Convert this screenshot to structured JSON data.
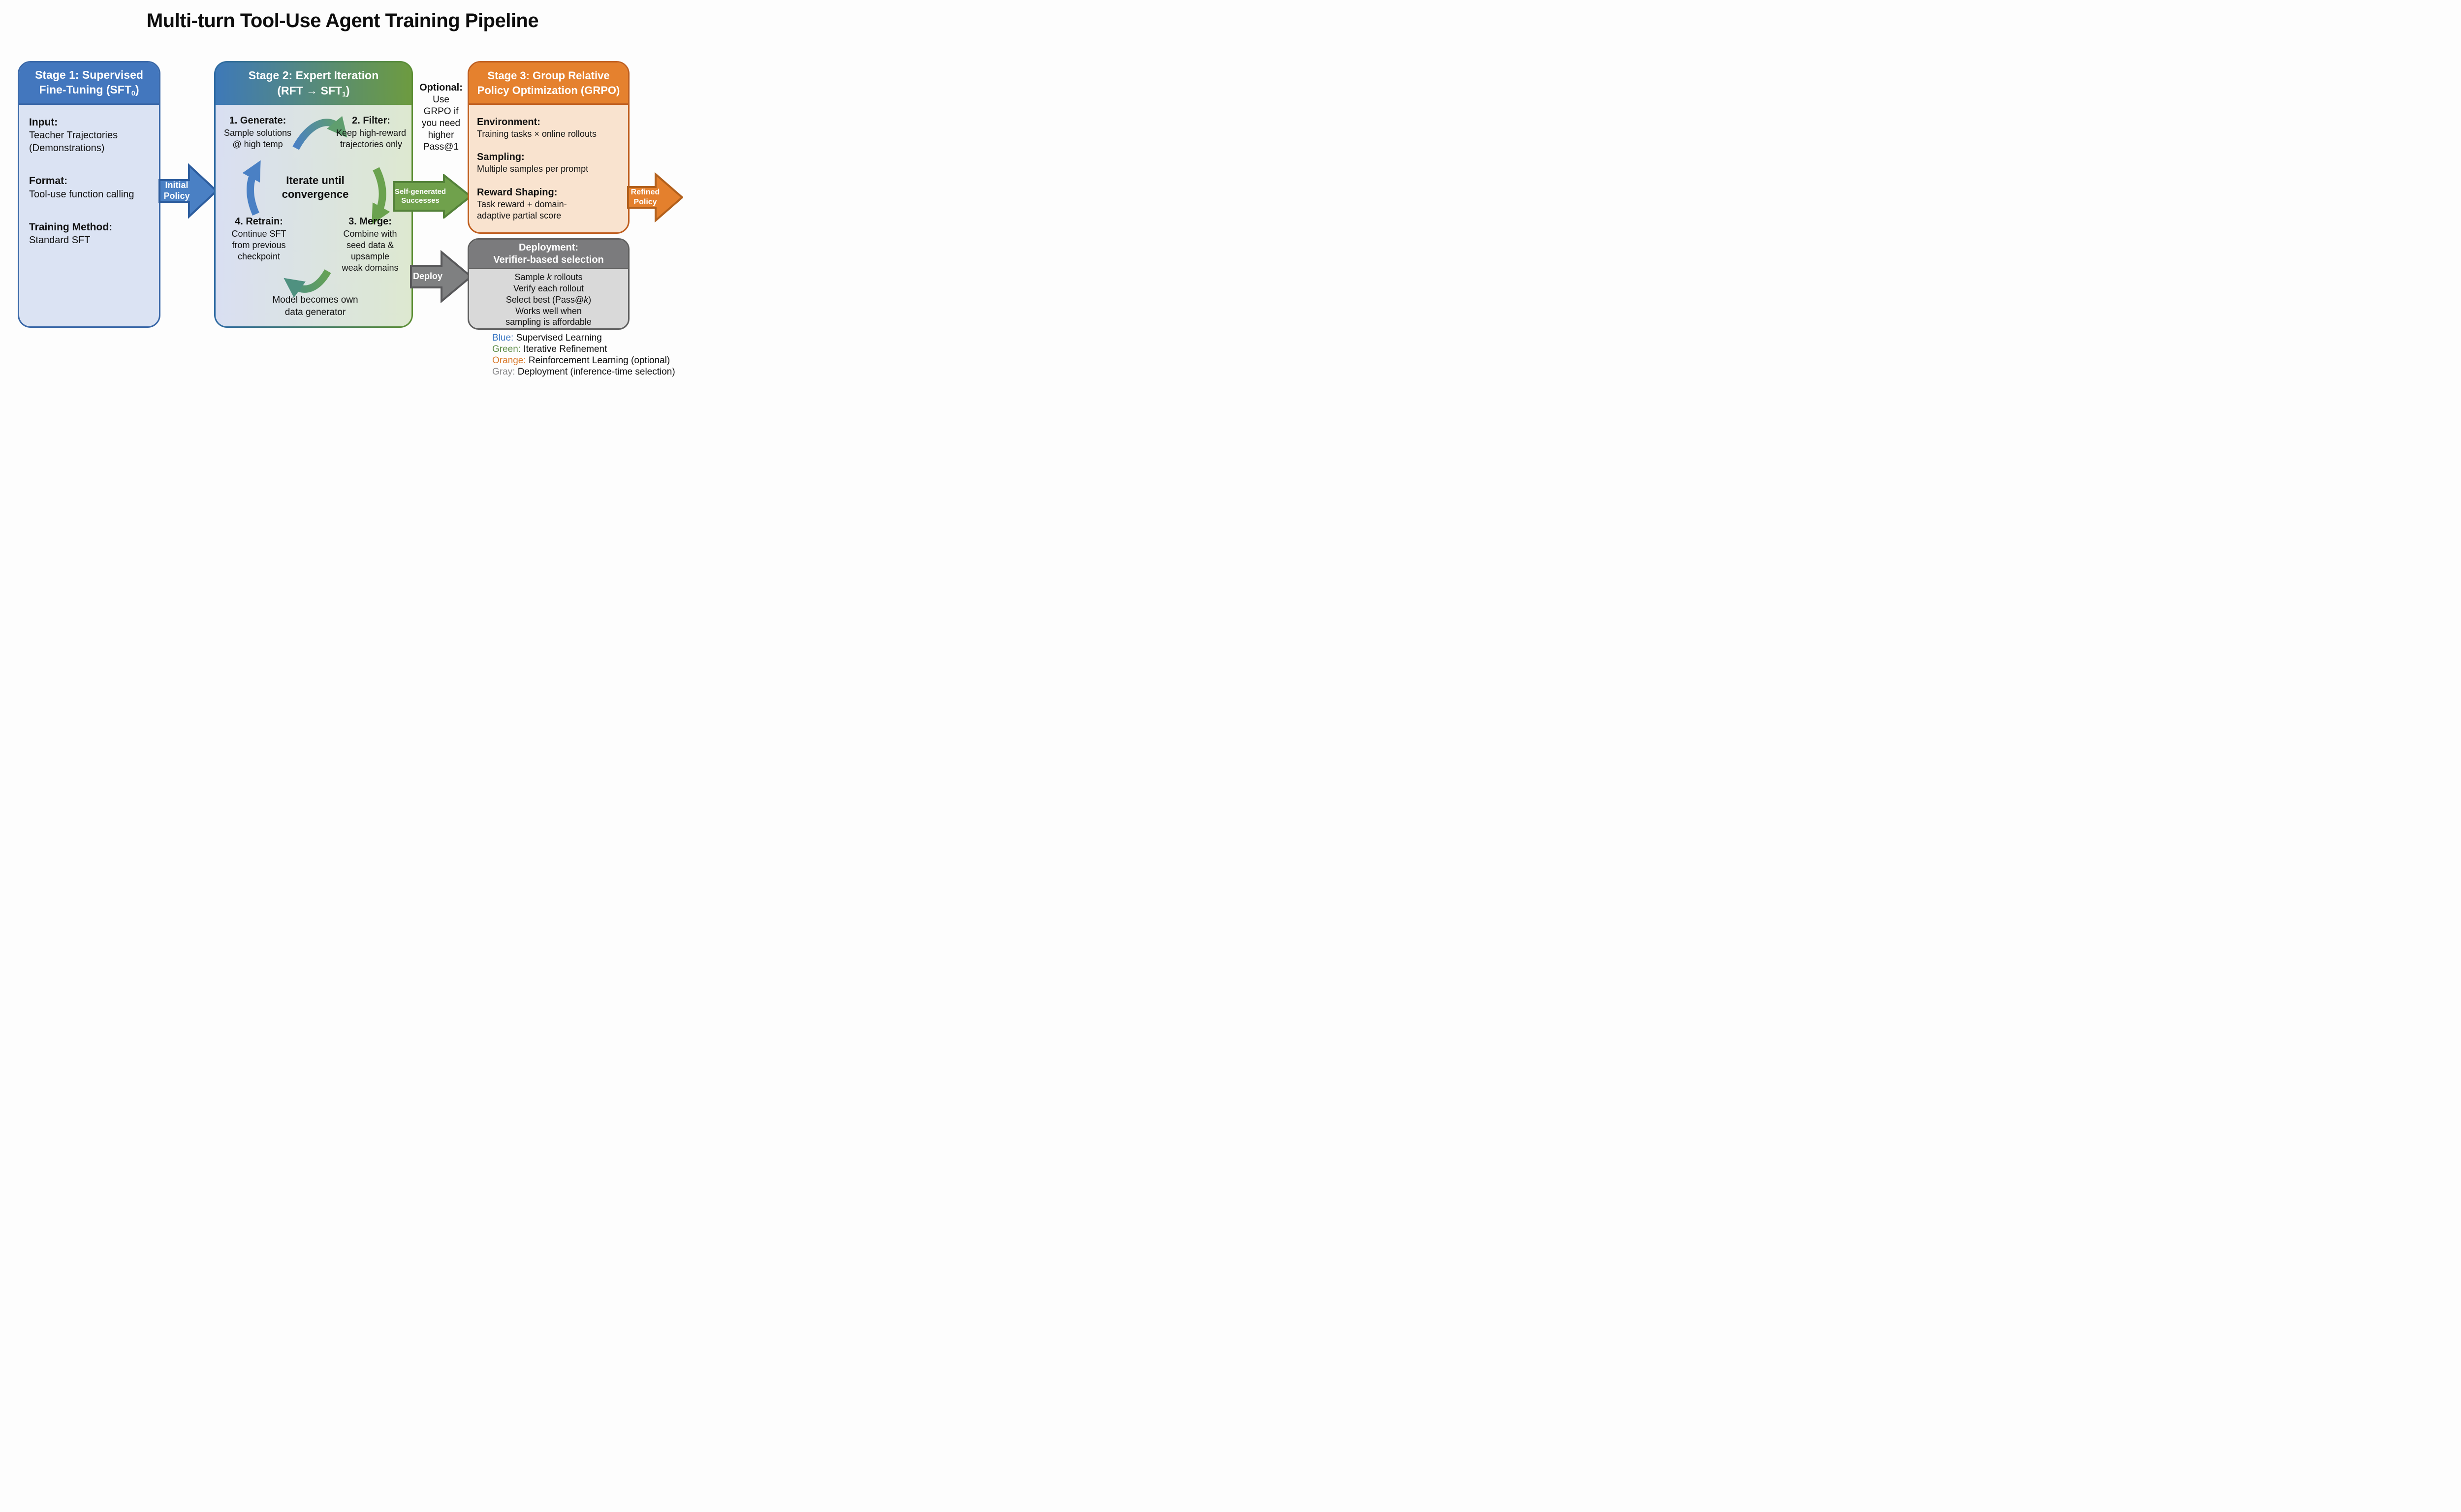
{
  "title": "Multi-turn Tool-Use Agent Training Pipeline",
  "colors": {
    "blue": "#3c78c3",
    "green": "#5c8b45",
    "orange": "#d97b2d",
    "gray": "#8c8c8e",
    "stage1_header": "#4377be",
    "stage2_header_left": "#3e79b8",
    "stage2_header_right": "#6d9b40",
    "stage3_header": "#e5812e",
    "deployment_header": "#7b7b7d"
  },
  "stage1": {
    "header_line1": "Stage 1: Supervised",
    "header_line2_pre": "Fine-Tuning (SFT",
    "header_line2_sub": "0",
    "header_line2_post": ")",
    "input_label": "Input:",
    "input_line1": "Teacher Trajectories",
    "input_line2": "(Demonstrations)",
    "format_label": "Format:",
    "format_line1": "Tool-use function calling",
    "training_label": "Training Method:",
    "training_line1": "Standard SFT"
  },
  "initial_policy_arrow": {
    "line1": "Initial",
    "line2": "Policy"
  },
  "stage2": {
    "header_line1": "Stage 2: Expert Iteration",
    "header_line2_pre": "(RFT → SFT",
    "header_line2_sub": "1",
    "header_line2_post": ")",
    "generate_title": "1. Generate:",
    "generate_line1": "Sample solutions",
    "generate_line2": "@ high temp",
    "filter_title": "2. Filter:",
    "filter_line1": "Keep high-reward",
    "filter_line2": "trajectories only",
    "iterate_line1": "Iterate until",
    "iterate_line2": "convergence",
    "retrain_title": "4. Retrain:",
    "retrain_line1": "Continue SFT",
    "retrain_line2": "from previous",
    "retrain_line3": "checkpoint",
    "merge_title": "3. Merge:",
    "merge_line1": "Combine with",
    "merge_line2": "seed data &",
    "merge_line3": "upsample",
    "merge_line4": "weak domains",
    "note_line1": "Model becomes own",
    "note_line2": "data generator"
  },
  "optional_note": {
    "line1": "Optional:",
    "line2": "Use",
    "line3": "GRPO if",
    "line4": "you need",
    "line5": "higher",
    "line6": "Pass@1"
  },
  "self_generated_arrow": {
    "line1": "Self-generated",
    "line2": "Successes"
  },
  "stage3": {
    "header_line1": "Stage 3: Group Relative",
    "header_line2": "Policy Optimization (GRPO)",
    "environment_label": "Environment:",
    "environment_line1": "Training tasks × online rollouts",
    "sampling_label": "Sampling:",
    "sampling_line1": "Multiple samples per prompt",
    "reward_label": "Reward Shaping:",
    "reward_line1": "Task reward + domain-",
    "reward_line2": "adaptive partial score"
  },
  "refined_policy_arrow": {
    "line1": "Refined",
    "line2": "Policy"
  },
  "deploy_arrow": {
    "label": "Deploy"
  },
  "deployment": {
    "header_line1": "Deployment:",
    "header_line2": "Verifier-based selection",
    "line1_pre": "Sample ",
    "line1_k": "k",
    "line1_post": " rollouts",
    "line2": "Verify each rollout",
    "line3_pre": "Select best (Pass@",
    "line3_k": "k",
    "line3_post": ")",
    "line4": "Works well when",
    "line5": "sampling is affordable"
  },
  "legend": {
    "items": [
      {
        "name": "Blue:",
        "text": " Supervised Learning",
        "color": "#3c78c3"
      },
      {
        "name": "Green:",
        "text": " Iterative Refinement",
        "color": "#5c8b45"
      },
      {
        "name": "Orange:",
        "text": " Reinforcement Learning (optional)",
        "color": "#d97b2d"
      },
      {
        "name": "Gray:",
        "text": " Deployment (inference-time selection)",
        "color": "#8c8c8e"
      }
    ]
  }
}
